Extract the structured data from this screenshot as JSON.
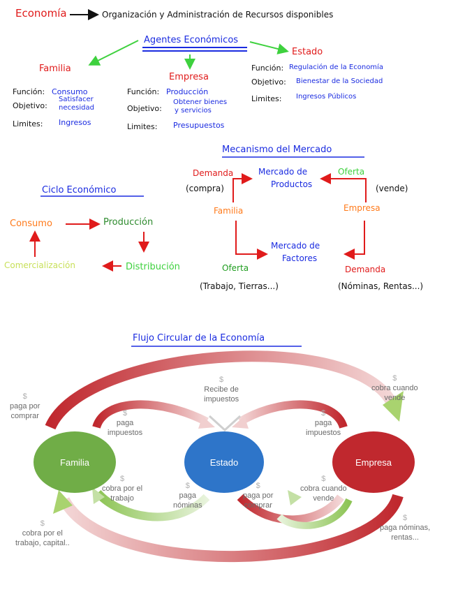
{
  "header": {
    "economia": "Economía",
    "definicion": "Organización y Administración de Recursos disponibles"
  },
  "agentes": {
    "title": "Agentes Económicos",
    "familia": {
      "name": "Familia",
      "funcion_label": "Función:",
      "funcion": "Consumo",
      "objetivo_label": "Objetivo:",
      "objetivo_line1": "Satisfacer",
      "objetivo_line2": "necesidad",
      "limites_label": "Limites:",
      "limites": "Ingresos"
    },
    "empresa": {
      "name": "Empresa",
      "funcion_label": "Función:",
      "funcion": "Producción",
      "objetivo_label": "Objetivo:",
      "objetivo_line1": "Obtener bienes",
      "objetivo_line2": "y servicios",
      "limites_label": "Limites:",
      "limites": "Presupuestos"
    },
    "estado": {
      "name": "Estado",
      "funcion_label": "Función:",
      "funcion": "Regulación de la Economía",
      "objetivo_label": "Objetivo:",
      "objetivo": "Bienestar de la Sociedad",
      "limites_label": "Limites:",
      "limites": "Ingresos Públicos"
    }
  },
  "ciclo": {
    "title": "Ciclo Económico",
    "consumo": "Consumo",
    "produccion": "Producción",
    "distribucion": "Distribución",
    "comercializacion": "Comercialización"
  },
  "mercado": {
    "title": "Mecanismo del Mercado",
    "demanda_top": "Demanda",
    "compra": "(compra)",
    "mercado_productos_1": "Mercado de",
    "mercado_productos_2": "Productos",
    "oferta_top": "Oferta",
    "vende": "(vende)",
    "familia": "Familia",
    "empresa": "Empresa",
    "mercado_factores_1": "Mercado de",
    "mercado_factores_2": "Factores",
    "oferta_bottom": "Oferta",
    "trabajo": "(Trabajo, Tierras...)",
    "demanda_bottom": "Demanda",
    "nominas": "(Nóminas, Rentas...)"
  },
  "flujo": {
    "title": "Flujo Circular de la Economía",
    "nodes": {
      "familia": "Familia",
      "estado": "Estado",
      "empresa": "Empresa"
    },
    "labels": {
      "paga_comprar": [
        "$",
        "paga por",
        "comprar"
      ],
      "recibe_impuestos": [
        "$",
        "Recibe de",
        "impuestos"
      ],
      "cobra_vende_top": [
        "$",
        "cobra cuando",
        "vende"
      ],
      "paga_impuestos_left": [
        "$",
        "paga",
        "impuestos"
      ],
      "paga_impuestos_right": [
        "$",
        "paga",
        "impuestos"
      ],
      "cobra_trabajo": [
        "$",
        "cobra por el",
        "trabajo"
      ],
      "paga_nominas_center": [
        "$",
        "paga",
        "nóminas"
      ],
      "paga_comprar_center": [
        "$",
        "paga por",
        "comprar"
      ],
      "cobra_vende_right": [
        "$",
        "cobra cuando",
        "vende"
      ],
      "cobra_trabajo_capital": [
        "$",
        "cobra por el",
        "trabajo, capital.."
      ],
      "paga_nominas_rentas": [
        "$",
        "paga nóminas,",
        "rentas..."
      ]
    }
  }
}
